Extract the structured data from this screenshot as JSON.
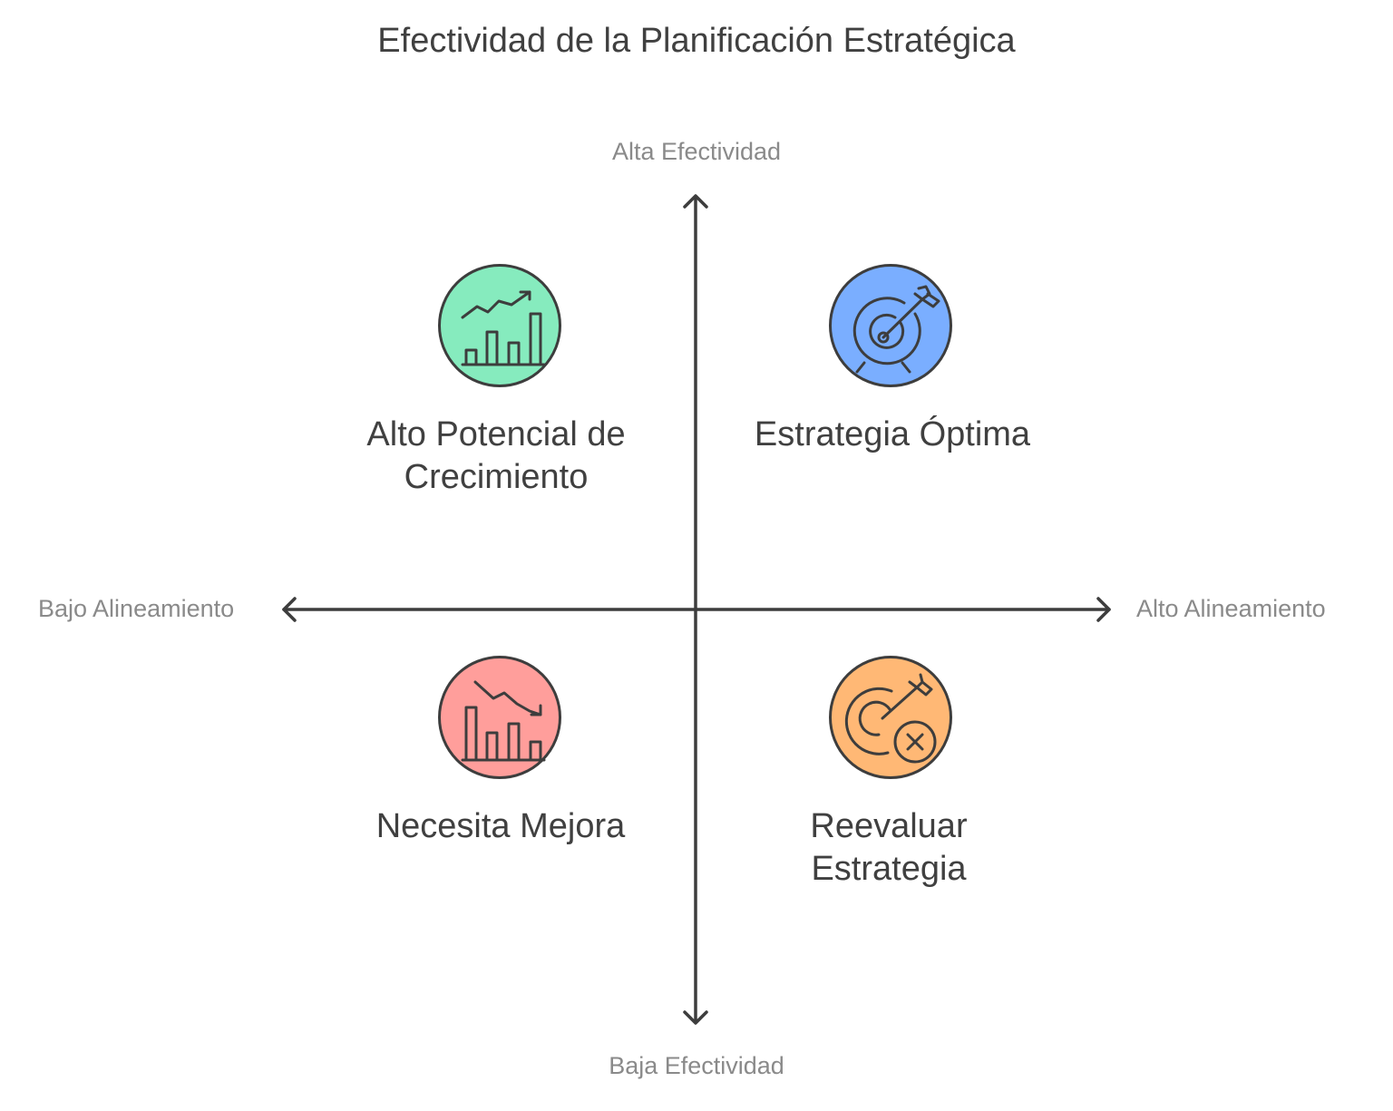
{
  "title": "Efectividad de la Planificación Estratégica",
  "axes": {
    "y_top": "Alta Efectividad",
    "y_bottom": "Baja Efectividad",
    "x_left": "Bajo Alineamiento",
    "x_right": "Alto Alineamiento"
  },
  "quadrants": {
    "top_left": {
      "line1": "Alto Potencial de",
      "line2": "Crecimiento",
      "icon": "growth-chart-icon",
      "color": "#86ebbe"
    },
    "top_right": {
      "line1": "Estrategia Óptima",
      "icon": "target-arrow-icon",
      "color": "#7aaeff"
    },
    "bottom_left": {
      "line1": "Necesita Mejora",
      "icon": "decline-chart-icon",
      "color": "#ff9e9b"
    },
    "bottom_right": {
      "line1": "Reevaluar",
      "line2": "Estrategia",
      "icon": "target-cancel-icon",
      "color": "#ffb875"
    }
  },
  "colors": {
    "ink": "#3d3d3d",
    "muted": "#8a8a8a"
  }
}
